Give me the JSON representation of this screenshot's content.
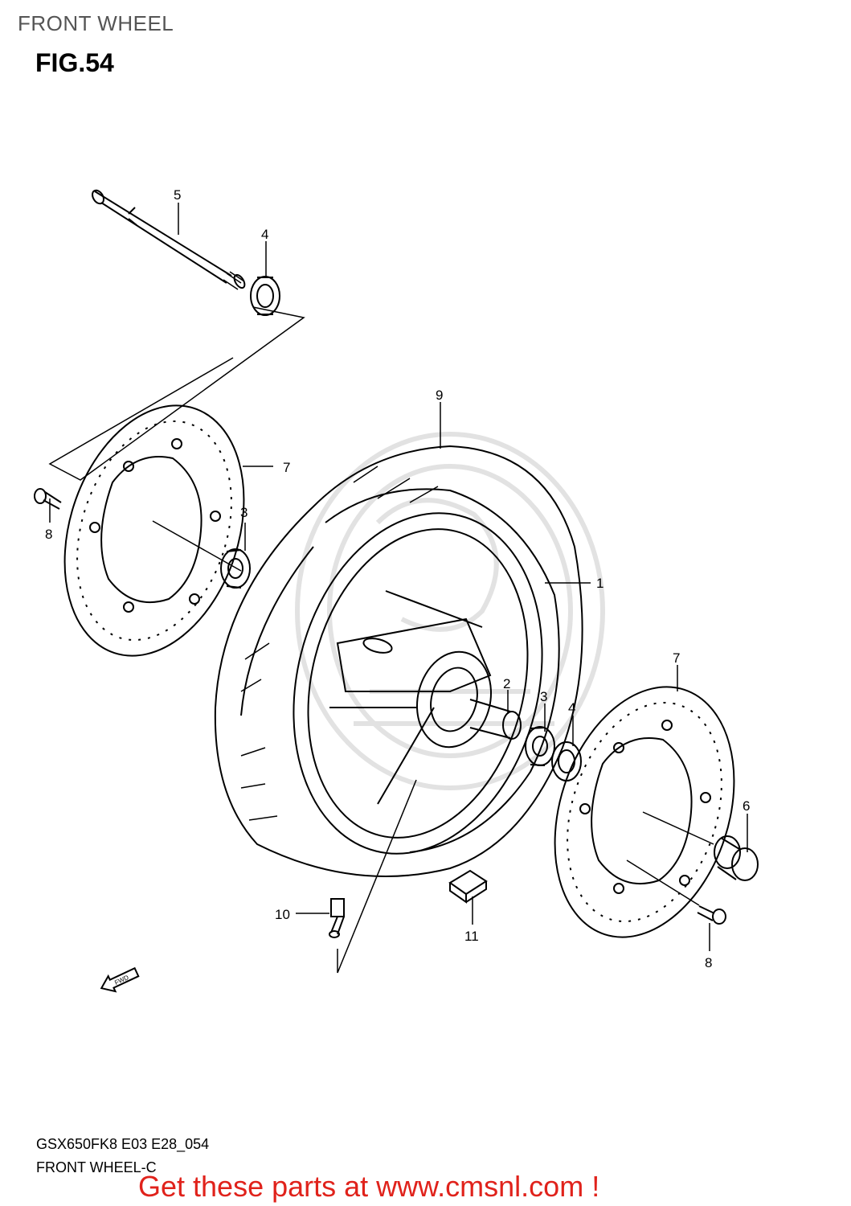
{
  "header": {
    "title": "FRONT WHEEL"
  },
  "figure": {
    "label": "FIG.54"
  },
  "callouts": {
    "c1": "1",
    "c2": "2",
    "c3a": "3",
    "c3b": "3",
    "c4a": "4",
    "c4b": "4",
    "c5": "5",
    "c6": "6",
    "c7a": "7",
    "c7b": "7",
    "c8a": "8",
    "c8b": "8",
    "c9": "9",
    "c10": "10",
    "c11": "11"
  },
  "fwd_badge": "FWD",
  "footer": {
    "code": "GSX650FK8 E03 E28_054",
    "name": "FRONT WHEEL-C",
    "link": "Get these parts at www.cmsnl.com !"
  },
  "colors": {
    "link": "#e0221b",
    "header": "#555555",
    "watermark": "#e2e2e2"
  }
}
